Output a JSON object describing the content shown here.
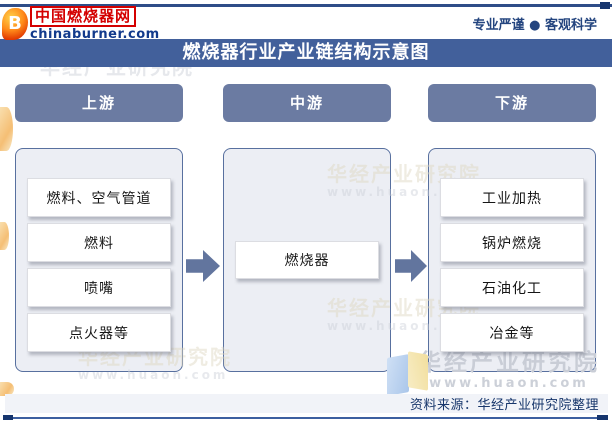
{
  "brand": {
    "icon": "B",
    "site_name": "中国燃烧器网",
    "domain": "chinaburner.com"
  },
  "tagline": "专业严谨 ● 客观科学",
  "title": "燃烧器行业产业链结构示意图",
  "diagram": {
    "columns": [
      {
        "header": "上游",
        "items": [
          "燃料、空气管道",
          "燃料",
          "喷嘴",
          "点火器等"
        ]
      },
      {
        "header": "中游",
        "items": [
          "燃烧器"
        ]
      },
      {
        "header": "下游",
        "items": [
          "工业加热",
          "锅炉燃烧",
          "石油化工",
          "冶金等"
        ]
      }
    ]
  },
  "footer": {
    "source": "资料来源：华经产业研究院整理"
  },
  "watermark": {
    "text": "华经产业研究院",
    "url": "www.huaon.com"
  },
  "colors": {
    "title_bar": "#42609b",
    "stage_header": "#6b7ba2",
    "arrow": "#62759e",
    "container_fill": "#eceef4",
    "container_border": "#58709f",
    "rule_blue": "#3c5fa0",
    "rule_cap": "#16356e",
    "brand_red": "#d40000",
    "brand_navy": "#123a8c",
    "source_text": "#17366b"
  }
}
